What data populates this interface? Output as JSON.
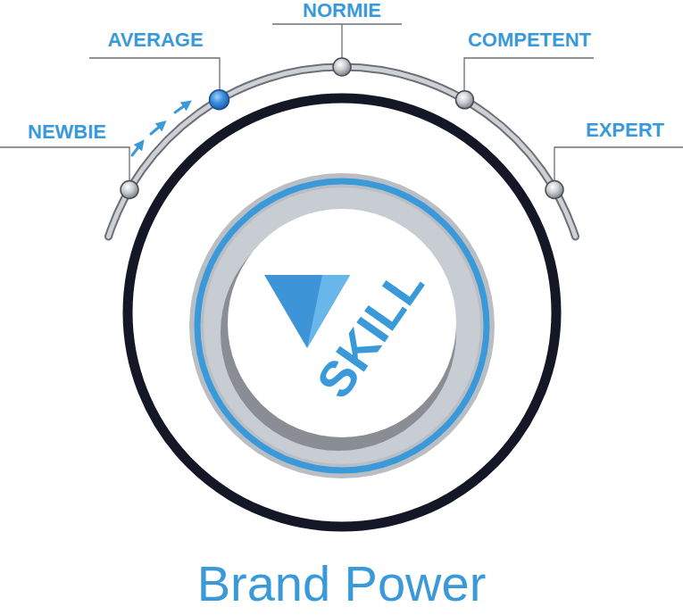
{
  "diagram": {
    "caption": "Brand Power",
    "nodes": [
      {
        "text": [
          "SKILL"
        ]
      }
    ],
    "labels": [
      "NEWBIE",
      "AVERAGE",
      "NORMIE",
      "COMPETENT",
      "EXPERT"
    ]
  }
}
